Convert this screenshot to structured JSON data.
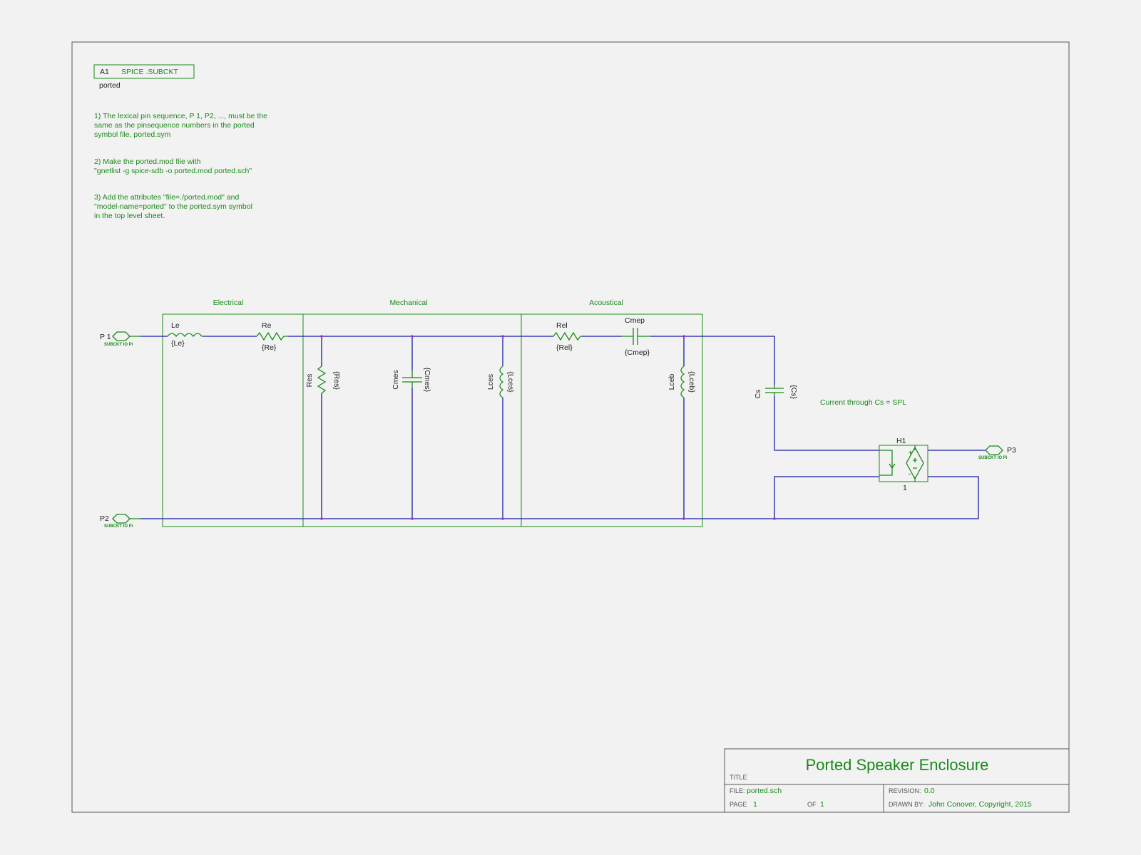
{
  "colors": {
    "component": "#1a8a1a",
    "wire": "#1a1aa6",
    "frame": "#555555",
    "background": "#f2f2f2"
  },
  "subckt": {
    "refdes": "A1",
    "label": "SPICE .SUBCKT",
    "model": "ported"
  },
  "notes": [
    [
      "1) The lexical pin sequence, P 1, P2, ..., must be the",
      "same as the pinsequence numbers in the ported",
      "symbol file, ported.sym"
    ],
    [
      "2) Make the ported.mod file with",
      "\"gnetlist -g spice-sdb  -o ported.mod ported.sch\""
    ],
    [
      "3) Add the attributes \"file=./ported.mod\" and",
      "\"model-name=ported\" to the ported.sym symbol",
      "in the top level sheet."
    ]
  ],
  "sections": {
    "electrical": "Electrical",
    "mechanical": "Mechanical",
    "acoustical": "Acoustical"
  },
  "pins": {
    "p1": {
      "label": "P 1",
      "sub": "SUBCKT IO Pi"
    },
    "p2": {
      "label": "P2",
      "sub": "SUBCKT IO Pi"
    },
    "p3": {
      "label": "P3",
      "sub": "SUBCKT IO Pi"
    }
  },
  "components": {
    "le": {
      "name": "Le",
      "value": "{Le}"
    },
    "re": {
      "name": "Re",
      "value": "{Re}"
    },
    "res": {
      "name": "Res",
      "value": "{Res}"
    },
    "cmes": {
      "name": "Cmes",
      "value": "{Cmes}"
    },
    "lces": {
      "name": "Lces",
      "value": "{Lces}"
    },
    "rel": {
      "name": "Rel",
      "value": "{Rel}"
    },
    "cmep": {
      "name": "Cmep",
      "value": "{Cmep}"
    },
    "lceb": {
      "name": "Lceb",
      "value": "{Lceb}"
    },
    "cs": {
      "name": "Cs",
      "value": "{Cs}"
    },
    "h1": {
      "name": "H1",
      "value": "1",
      "plus": "+",
      "minus": "-"
    }
  },
  "annotation": "Current through Cs = SPL",
  "title_block": {
    "title": "Ported Speaker Enclosure",
    "title_label": "TITLE",
    "file_label": "FILE:",
    "file": "ported.sch",
    "page_label": "PAGE",
    "page": "1",
    "of_label": "OF",
    "of": "1",
    "revision_label": "REVISION:",
    "revision": "0.0",
    "drawn_label": "DRAWN BY:",
    "drawn": "John Conover, Copyright, 2015"
  }
}
